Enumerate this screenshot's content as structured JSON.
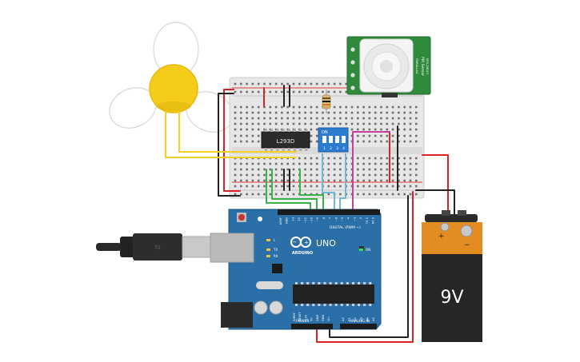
{
  "ic": {
    "label": "L293D"
  },
  "dip_switch": {
    "on_label": "ON",
    "numbers": [
      "1",
      "2",
      "3",
      "4"
    ]
  },
  "pir": {
    "label_a": "PIR Sensor",
    "label_b": "PARALLAX",
    "label_c": "555-28027"
  },
  "arduino": {
    "brand": "ARDUINO",
    "model": "UNO",
    "digital_label": "DIGITAL (PWM ~)",
    "power_label": "POWER",
    "analog_label": "ANALOG IN",
    "on_label": "ON",
    "tx_label": "TX",
    "rx_label": "RX",
    "l_label": "L",
    "top_pins": [
      "AREF",
      "GND",
      "13",
      "12",
      "~11",
      "~10",
      "~9",
      "8",
      "7",
      "~6",
      "~5",
      "4",
      "~3",
      "2",
      "TX 1",
      "RX 0"
    ],
    "power_pins": [
      "IOREF",
      "RESET",
      "3.3V",
      "5V",
      "GND",
      "GND",
      "Vin"
    ],
    "analog_pins": [
      "A0",
      "A1",
      "A2",
      "A3",
      "A4",
      "A5"
    ]
  },
  "battery": {
    "label": "9V",
    "plus": "+",
    "minus": "−"
  },
  "colors": {
    "wire_red": "#d8212a",
    "wire_black": "#222222",
    "wire_green": "#36b34a",
    "wire_yellow": "#f2cf20",
    "wire_blue": "#6fb7d8",
    "wire_magenta": "#c83da0",
    "board_blue": "#2a6fa8",
    "pir_green": "#2f8a3c",
    "fan_hub": "#f6cc1b",
    "battery_orange": "#e38d21"
  }
}
